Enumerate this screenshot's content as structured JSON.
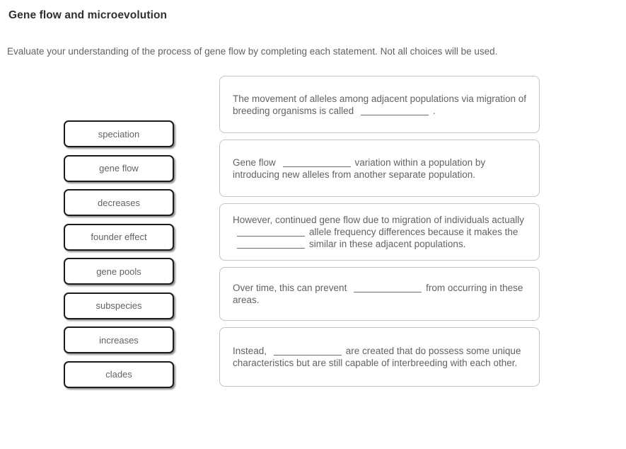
{
  "page": {
    "title": "Gene flow and microevolution",
    "instruction": "Evaluate your understanding of the process of gene flow by completing each statement. Not all choices will be used."
  },
  "choices": {
    "items": [
      "speciation",
      "gene flow",
      "decreases",
      "founder effect",
      "gene pools",
      "subspecies",
      "increases",
      "clades"
    ]
  },
  "statements": {
    "items": [
      {
        "segments": [
          {
            "type": "text",
            "value": "The movement of alleles among adjacent populations via migration of breeding organisms is called"
          },
          {
            "type": "blank"
          },
          {
            "type": "text",
            "value": "."
          }
        ]
      },
      {
        "segments": [
          {
            "type": "text",
            "value": "Gene flow"
          },
          {
            "type": "blank"
          },
          {
            "type": "text",
            "value": "variation within a population by introducing new alleles from another separate population."
          }
        ]
      },
      {
        "segments": [
          {
            "type": "text",
            "value": "However, continued gene flow due to migration of individuals actually"
          },
          {
            "type": "blank"
          },
          {
            "type": "text",
            "value": "allele frequency differences because it makes the"
          },
          {
            "type": "blank"
          },
          {
            "type": "text",
            "value": "similar in these adjacent populations."
          }
        ]
      },
      {
        "segments": [
          {
            "type": "text",
            "value": "Over time, this can prevent"
          },
          {
            "type": "blank"
          },
          {
            "type": "text",
            "value": "from occurring in these areas."
          }
        ]
      },
      {
        "segments": [
          {
            "type": "text",
            "value": "Instead,"
          },
          {
            "type": "blank"
          },
          {
            "type": "text",
            "value": "are created that do possess some unique characteristics but are still capable of interbreeding with each other."
          }
        ]
      }
    ]
  },
  "colors": {
    "title": "#2f3033",
    "text": "#5f6368",
    "chip_border": "#1c1c1c",
    "box_border": "#c4c4c8",
    "background": "#ffffff"
  }
}
